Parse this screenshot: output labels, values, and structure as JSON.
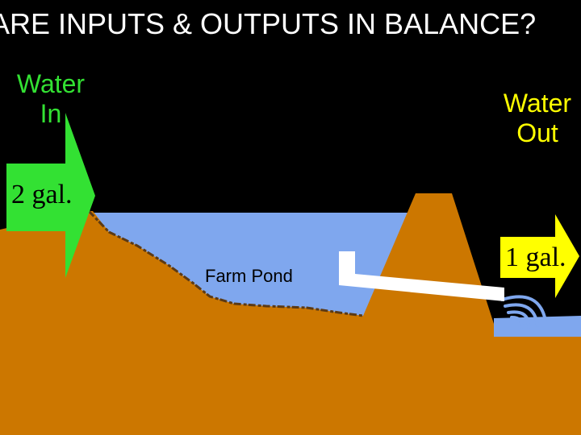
{
  "title": "ARE INPUTS & OUTPUTS IN BALANCE?",
  "labels": {
    "water_in": [
      "Water",
      "In"
    ],
    "water_out": [
      "Water",
      "Out"
    ],
    "input_amount": "2 gal.",
    "output_amount": "1 gal.",
    "pond": "Farm Pond"
  },
  "colors": {
    "background": "#000000",
    "water": "#7fa7ee",
    "earth": "#cc7700",
    "earth_edge": "#5c3a14",
    "arrow": "#33e133",
    "arrow_out": "#ffff00",
    "pipe": "#ffffff",
    "text_light": "#ffffff",
    "text_green": "#33e133",
    "text_yellow": "#ffff00",
    "text_dark": "#000000"
  }
}
